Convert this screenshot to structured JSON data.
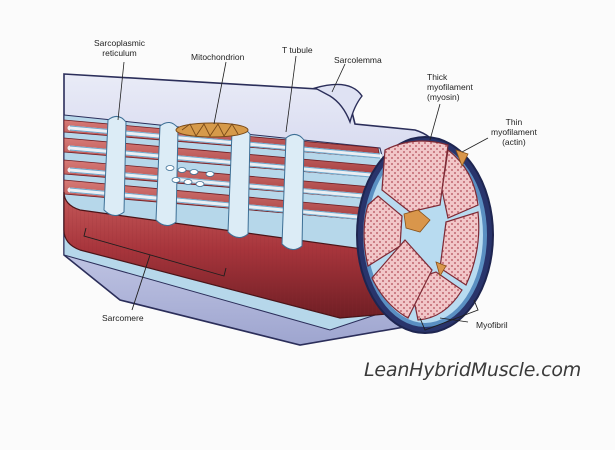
{
  "labels": {
    "sarcoplasmic_line1": "Sarcoplasmic",
    "sarcoplasmic_line2": "reticulum",
    "mitochondrion": "Mitochondrion",
    "t_tubule": "T tubule",
    "sarcolemma": "Sarcolemma",
    "thick_line1": "Thick",
    "thick_line2": "myofilament",
    "thick_line3": "(myosin)",
    "thin_line1": "Thin",
    "thin_line2": "myofilament",
    "thin_line3": "(actin)",
    "sarcomere": "Sarcomere",
    "myofibril": "Myofibril"
  },
  "watermark": "LeanHybridMuscle.com",
  "colors": {
    "sarcolemma": "#c9cde9",
    "reticulum": "#b9dcef",
    "myofibril": "#a8353c",
    "fibril_face": "#f1c6c8",
    "background": "#fbfbfb"
  }
}
